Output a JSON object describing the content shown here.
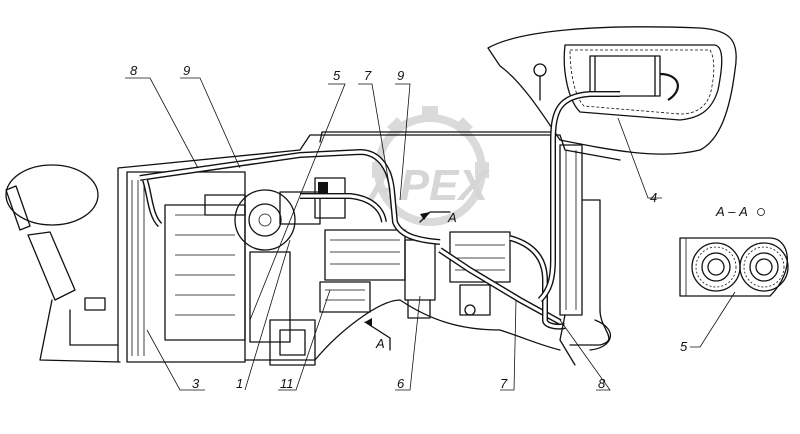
{
  "callouts": [
    {
      "id": "c8-top",
      "text": "8"
    },
    {
      "id": "c9-top-left",
      "text": "9"
    },
    {
      "id": "c5-top",
      "text": "5"
    },
    {
      "id": "c7-top",
      "text": "7"
    },
    {
      "id": "c9-top-mid",
      "text": "9"
    },
    {
      "id": "c4",
      "text": "4"
    },
    {
      "id": "c3",
      "text": "3"
    },
    {
      "id": "c1",
      "text": "1"
    },
    {
      "id": "c11",
      "text": "11"
    },
    {
      "id": "c6",
      "text": "6"
    },
    {
      "id": "c7-bottom",
      "text": "7"
    },
    {
      "id": "c8-bottom",
      "text": "8"
    },
    {
      "id": "c5-section",
      "text": "5"
    }
  ],
  "section": {
    "title": "А – А",
    "marker_top": "А",
    "marker_bottom": "А"
  },
  "watermark": {
    "text": "APEX"
  }
}
